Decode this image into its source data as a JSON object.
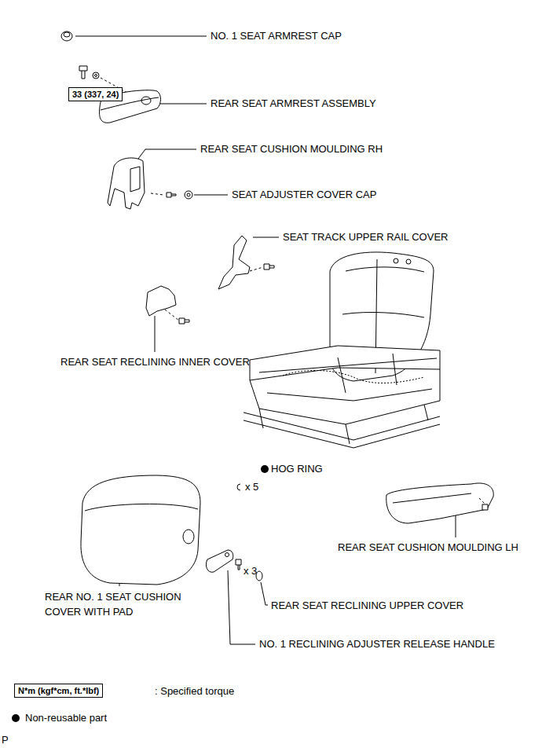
{
  "diagram": {
    "nodes": [
      {
        "text": [
          "33 (337, 24)"
        ]
      },
      {
        "text": [
          "N*m (kgf*cm, ft.*lbf)"
        ]
      }
    ],
    "labels": [
      "NO. 1 SEAT ARMREST CAP",
      "REAR SEAT ARMREST ASSEMBLY",
      "REAR SEAT CUSHION MOULDING RH",
      "SEAT ADJUSTER COVER CAP",
      "SEAT TRACK UPPER RAIL COVER",
      "REAR SEAT RECLINING INNER COVER",
      "HOG RING",
      "x 5",
      "REAR SEAT CUSHION MOULDING LH",
      "REAR NO. 1 SEAT CUSHION COVER WITH PAD",
      "x 3",
      "REAR SEAT RECLINING UPPER COVER",
      "NO. 1 RECLINING ADJUSTER RELEASE HANDLE",
      "P"
    ],
    "legend": [
      {
        "text": ": Specified torque"
      },
      {
        "text": "Non-reusable part"
      }
    ]
  }
}
